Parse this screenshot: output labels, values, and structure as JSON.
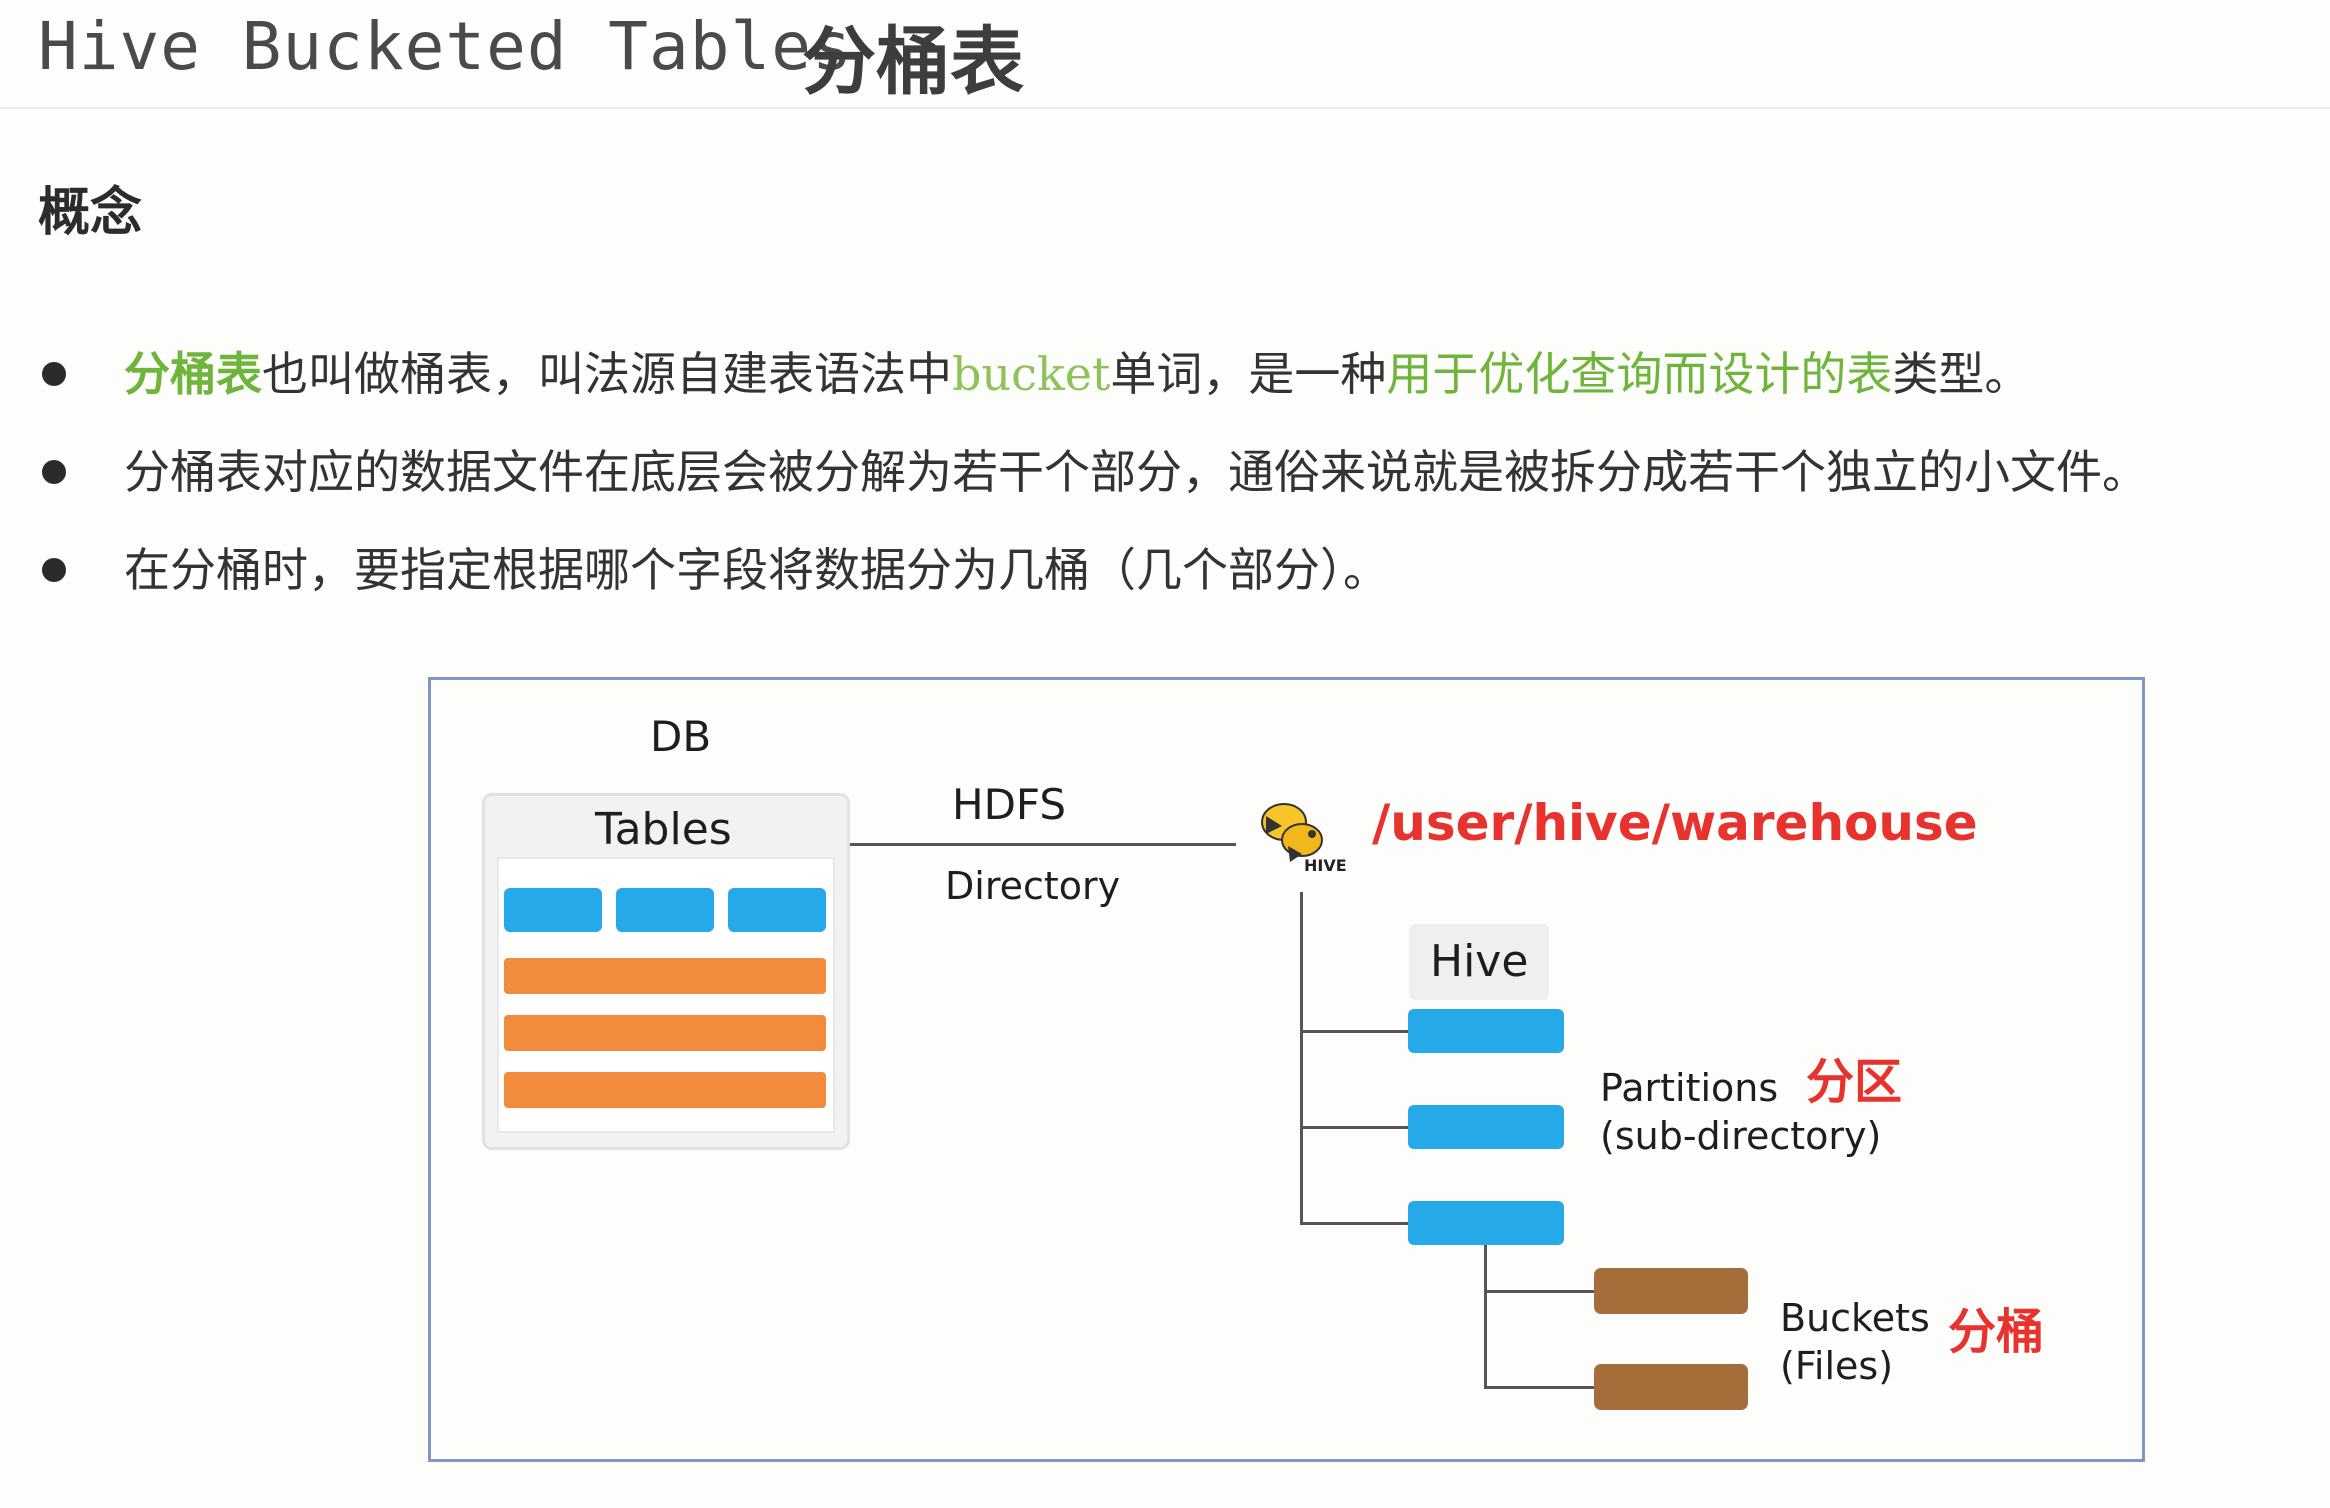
{
  "header": {
    "title_en": "Hive Bucketed Tables",
    "title_zh": "分桶表"
  },
  "section": {
    "heading": "概念"
  },
  "bullets": {
    "b1": {
      "p1": "分桶表",
      "p2": "也叫做桶表，叫法源自建表语法中",
      "p3": "bucket",
      "p4": "单词，是一种",
      "p5": "用于优化查询而设计的表",
      "p6": "类型。"
    },
    "b2": "分桶表对应的数据文件在底层会被分解为若干个部分，通俗来说就是被拆分成若干个独立的小文件。",
    "b3": "在分桶时，要指定根据哪个字段将数据分为几桶（几个部分）。"
  },
  "diagram": {
    "db_label": "DB",
    "tables_label": "Tables",
    "hdfs_label": "HDFS",
    "directory_label": "Directory",
    "warehouse_path": "/user/hive/warehouse",
    "hive_logo_text": "HIVE",
    "hive_label": "Hive",
    "partitions_label": "Partitions",
    "partitions_sub": "(sub-directory)",
    "partitions_zh": "分区",
    "buckets_label": "Buckets",
    "buckets_sub": "(Files)",
    "buckets_zh": "分桶"
  },
  "colors": {
    "green": "#6fb43b",
    "red": "#e8322e",
    "blue": "#26a9e9",
    "orange": "#f28c3c",
    "brown": "#a56d3a",
    "frame": "#7e97c4"
  }
}
